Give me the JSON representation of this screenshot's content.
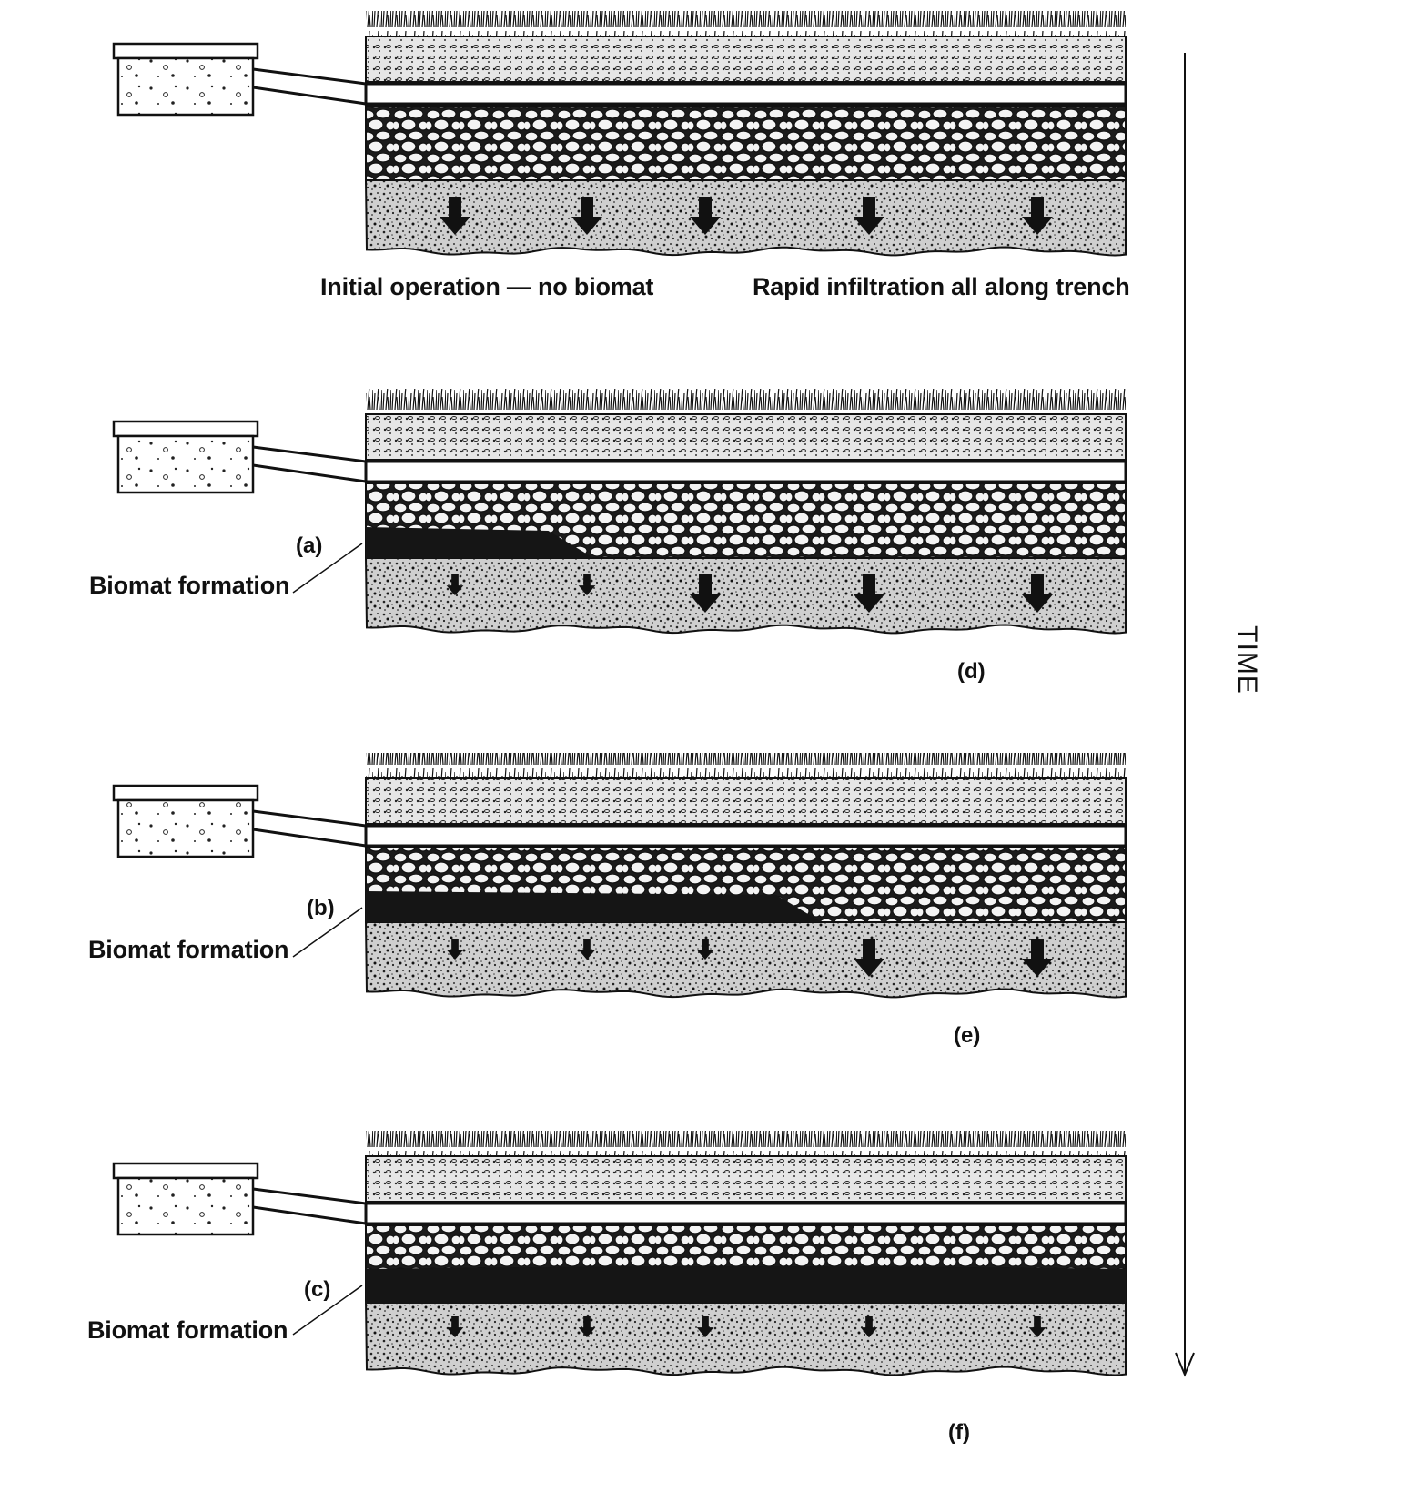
{
  "panels": [
    {
      "caption_left": "Initial operation — no biomat",
      "caption_right": "Rapid infiltration all along trench",
      "left_tag": "",
      "label": "",
      "right_tag": "",
      "biomat_extent": 0.0
    },
    {
      "caption_left": "",
      "caption_right": "",
      "left_tag": "(a)",
      "label": "Biomat formation",
      "right_tag": "(d)",
      "biomat_extent": 0.3
    },
    {
      "caption_left": "",
      "caption_right": "",
      "left_tag": "(b)",
      "label": "Biomat formation",
      "right_tag": "(e)",
      "biomat_extent": 0.6
    },
    {
      "caption_left": "",
      "caption_right": "",
      "left_tag": "(c)",
      "label": "Biomat formation",
      "right_tag": "(f)",
      "biomat_extent": 1.0
    }
  ],
  "time_label": "TIME",
  "colors": {
    "ink": "#111111",
    "soil": "#c8c8c8",
    "biomat": "#151515",
    "gravel": "#f3f3f3"
  }
}
